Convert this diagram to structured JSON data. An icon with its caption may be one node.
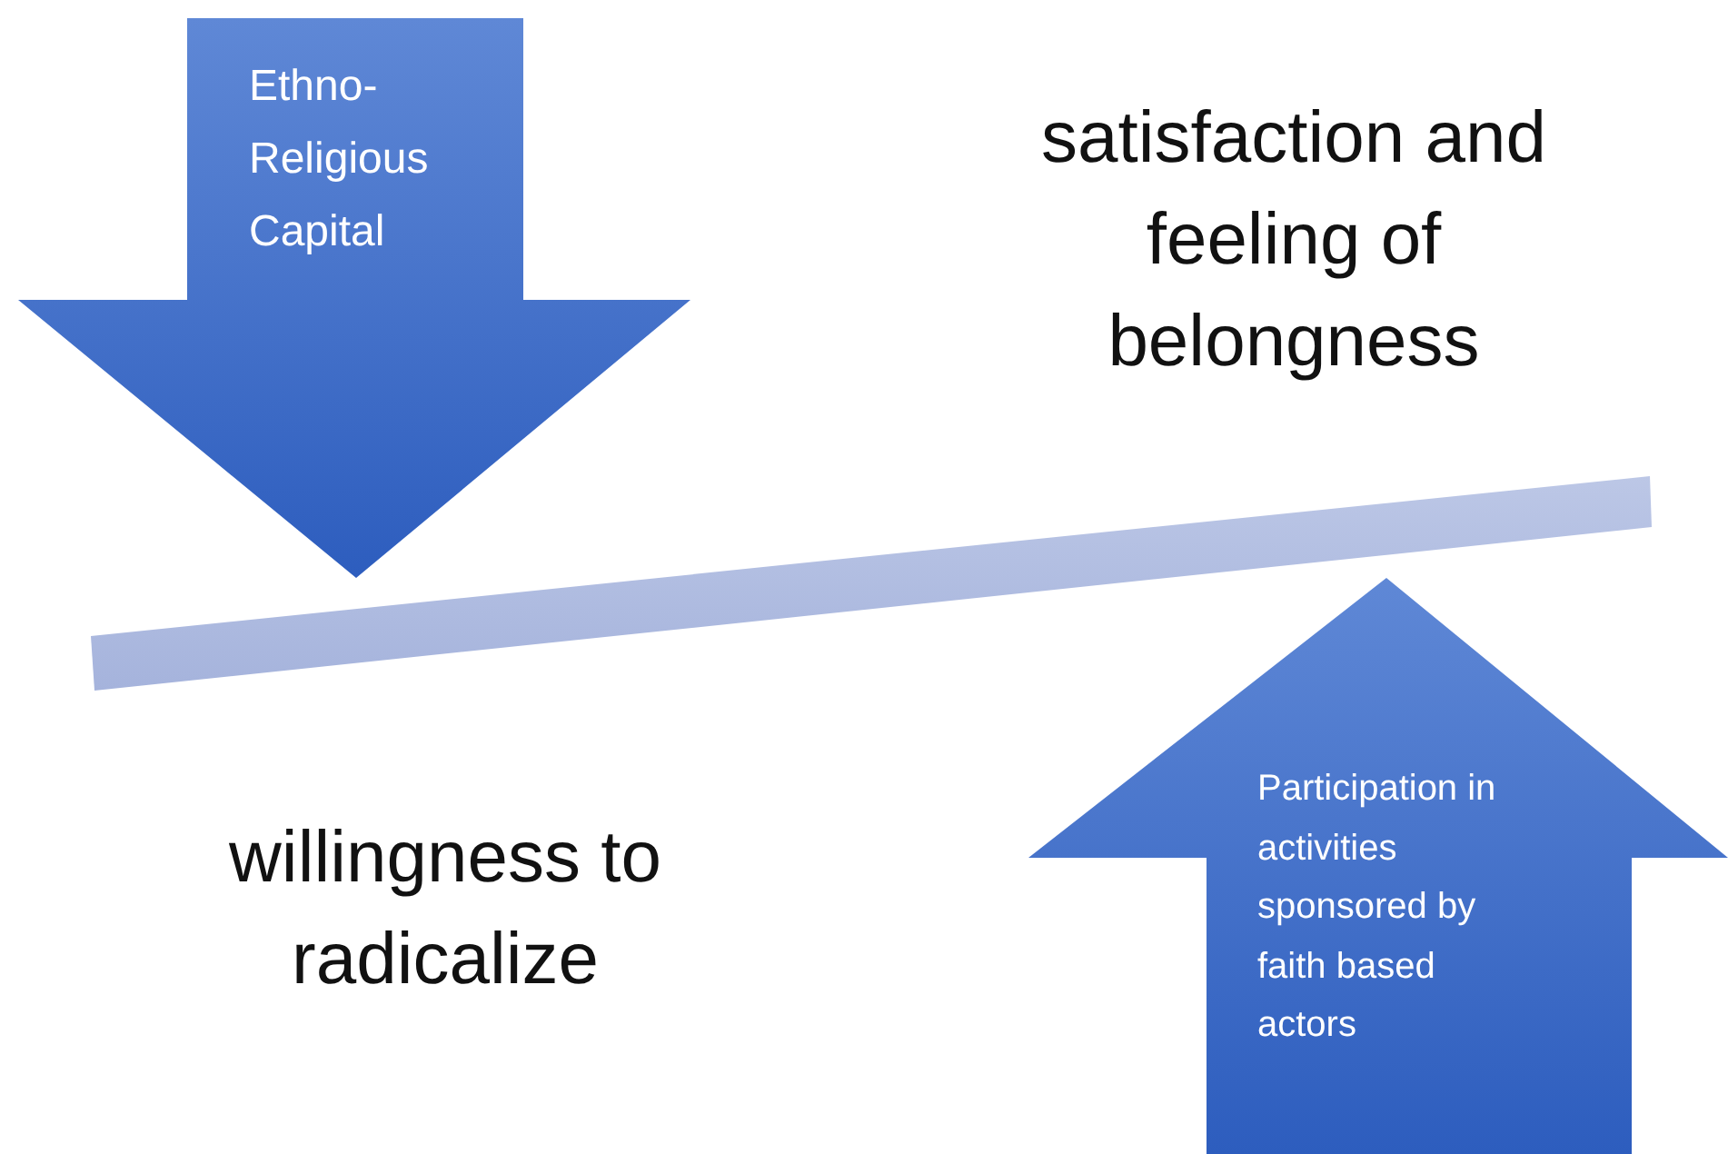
{
  "diagram": {
    "nodes": [
      {
        "text": [
          "Ethno-Religious Capital"
        ]
      },
      {
        "text": [],
        "shape": "bar"
      },
      {
        "text": [
          "Participation in activities sponsored by faith based actors"
        ]
      }
    ],
    "labels": [
      "satisfaction and feeling of belongness",
      "willingness to radicalize"
    ]
  }
}
